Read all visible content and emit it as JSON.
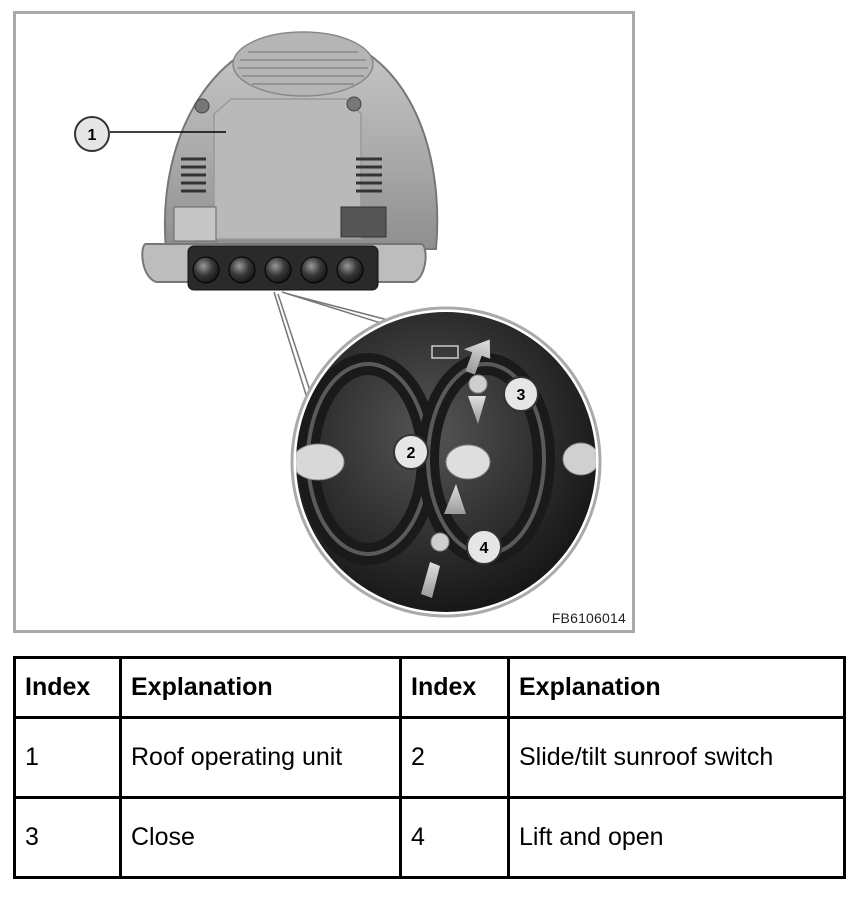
{
  "figure": {
    "code": "FB6106014",
    "callouts": [
      "1",
      "2",
      "3",
      "4"
    ]
  },
  "legend": {
    "headers": [
      "Index",
      "Explanation",
      "Index",
      "Explanation"
    ],
    "rows": [
      [
        "1",
        "Roof operating unit",
        "2",
        "Slide/tilt sunroof switch"
      ],
      [
        "3",
        "Close",
        "4",
        "Lift and open"
      ]
    ]
  }
}
